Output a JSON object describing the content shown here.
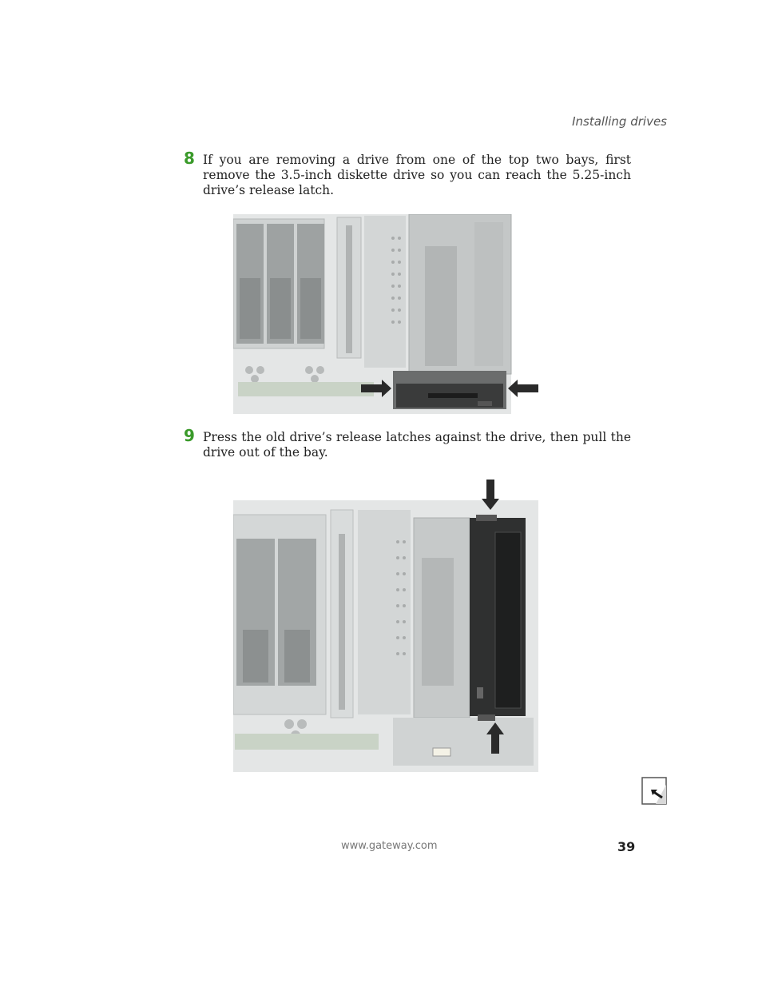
{
  "header": {
    "section_title": "Installing drives"
  },
  "steps": [
    {
      "number": "8",
      "text": "If you are removing a drive from one of the top two bays, first remove the 3.5-inch diskette drive so you can reach the 5.25-inch drive’s release latch."
    },
    {
      "number": "9",
      "text": "Press the old drive’s release latches against the drive, then pull the drive out of the bay."
    }
  ],
  "footer": {
    "url": "www.gateway.com",
    "page_number": "39"
  },
  "icons": {
    "page_turn": "page-turn-icon",
    "arrow": "arrow-icon"
  },
  "colors": {
    "step_number": "#3a9a2a"
  }
}
